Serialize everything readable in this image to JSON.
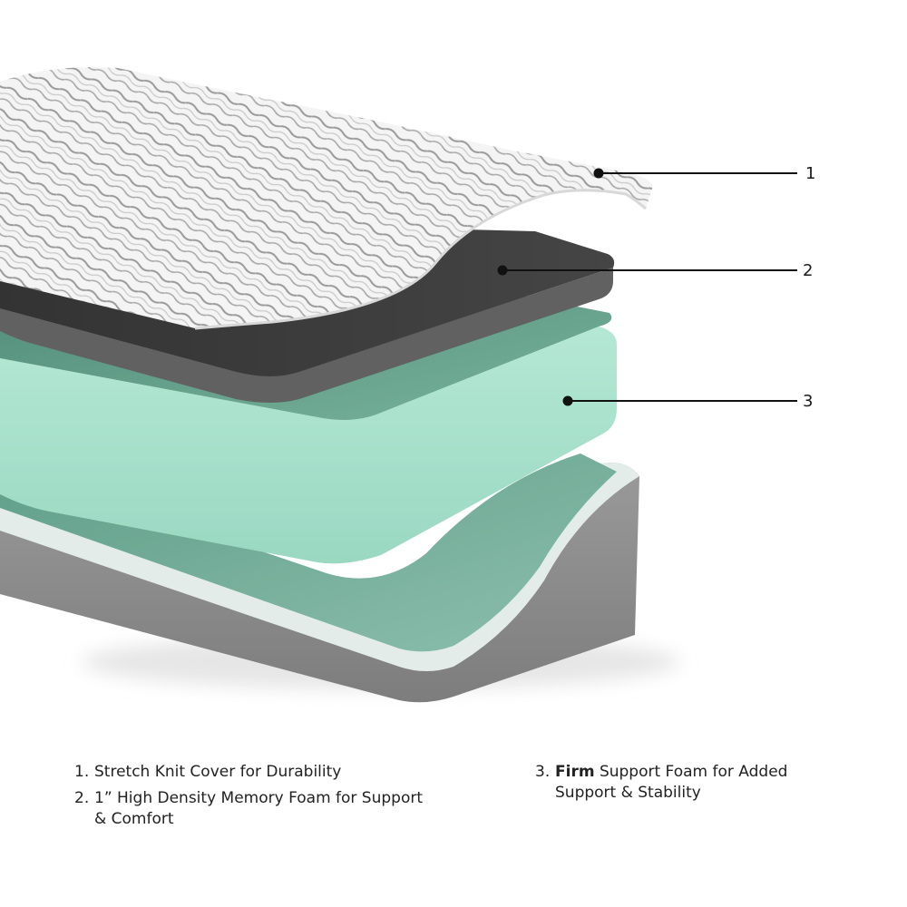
{
  "diagram": {
    "subject": "Layered mattress cutaway",
    "colors": {
      "background": "#ffffff",
      "cover_white": "#f4f4f4",
      "cover_stripe": "#9a9a9a",
      "memory_foam_top": "#3a3a3a",
      "memory_foam_side": "#5f5f5f",
      "support_foam_top": "#5e9c86",
      "support_foam_side": "#a8e0cc",
      "base_cover_side": "#8c8c8c",
      "base_trim": "#e3ece8",
      "callout_line": "#111111"
    },
    "callouts": [
      {
        "number": "1",
        "layer": "cover"
      },
      {
        "number": "2",
        "layer": "memory-foam"
      },
      {
        "number": "3",
        "layer": "support-foam"
      }
    ]
  },
  "legend": {
    "left": [
      {
        "num": "1.",
        "text": "Stretch Knit Cover for Durability"
      },
      {
        "num": "2.",
        "text": "1” High Density Memory Foam for Support",
        "text2": "& Comfort"
      }
    ],
    "right": [
      {
        "num": "3.",
        "bold": "Firm",
        "text": " Support Foam for Added",
        "text2": "Support & Stability"
      }
    ]
  }
}
